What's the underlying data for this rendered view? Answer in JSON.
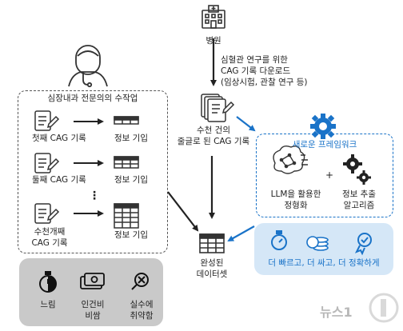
{
  "hospital": {
    "label": "병원",
    "icon": "hospital-icon"
  },
  "download_note": {
    "line1": "심혈관 연구를 위한",
    "line2": "CAG 기록 다운로드",
    "line3": "(임상시험, 관찰 연구 등)"
  },
  "doctor": {
    "icon": "doctor-icon"
  },
  "manual_box": {
    "title": "심장내과 전문의의 수작업",
    "rows": [
      {
        "record_label": "첫째 CAG 기록",
        "output_label": "정보 기입"
      },
      {
        "record_label": "둘째 CAG 기록",
        "output_label": "정보 기입"
      },
      {
        "record_label": "수천개째\nCAG 기록",
        "output_label": "정보 기입",
        "record_line1": "수천개째",
        "record_line2": "CAG 기록"
      }
    ],
    "ellipsis": "⋮"
  },
  "records_pile": {
    "line1": "수천 건의",
    "line2": "줄글로 된 CAG 기록"
  },
  "framework": {
    "title": "새로운 프레임워크",
    "llm_line1": "LLM을 활용한",
    "llm_line2": "정형화",
    "plus": "+",
    "algo_line1": "정보 추출",
    "algo_line2": "알고리즘"
  },
  "result": {
    "line1": "완성된",
    "line2": "데이터셋"
  },
  "drawbacks": [
    {
      "icon": "stopwatch-icon",
      "line1": "느림",
      "line2": ""
    },
    {
      "icon": "money-icon",
      "line1": "인건비",
      "line2": "비쌈"
    },
    {
      "icon": "error-icon",
      "line1": "실수에",
      "line2": "취약함"
    }
  ],
  "benefits": {
    "text": "더 빠르고, 더 싸고, 더 정확하게",
    "icons": [
      "stopwatch-icon",
      "coins-icon",
      "check-badge-icon"
    ]
  },
  "watermark": "뉴스1",
  "colors": {
    "blue": "#1a73c8",
    "light_blue": "#d5e7f7",
    "gray_panel": "#c9c9c9",
    "dark": "#222222"
  }
}
